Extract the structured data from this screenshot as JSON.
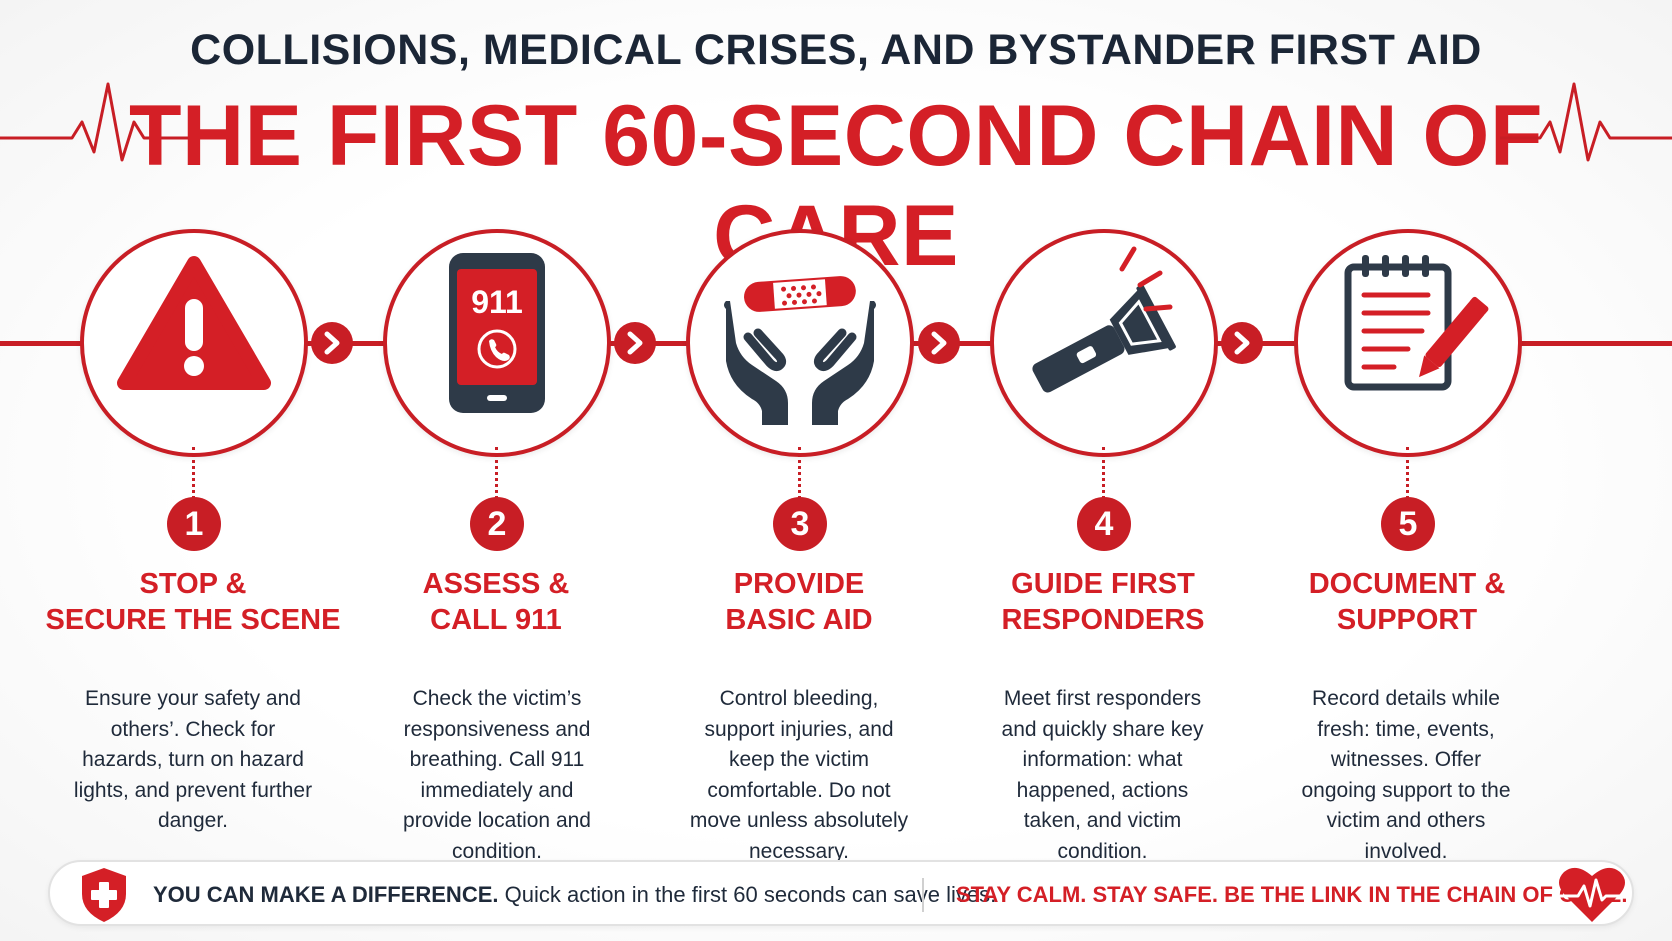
{
  "header": {
    "subtitle": "COLLISIONS, MEDICAL CRISES, AND BYSTANDER FIRST AID",
    "title": "THE FIRST 60-SECOND CHAIN OF CARE"
  },
  "colors": {
    "accent": "#c81e25",
    "title_red": "#d41f26",
    "dark": "#1f2a3a",
    "icon_dark": "#2e3a48"
  },
  "steps": [
    {
      "number": "1",
      "icon": "warning-triangle-icon",
      "title": "STOP &\nSECURE THE SCENE",
      "description": "Ensure your safety and others’. Check for hazards, turn on hazard lights, and prevent further danger."
    },
    {
      "number": "2",
      "icon": "phone-911-icon",
      "icon_text": "911",
      "title": "ASSESS &\nCALL 911",
      "description": "Check the victim’s responsiveness and breathing. Call 911 immediately and provide location and condition."
    },
    {
      "number": "3",
      "icon": "hands-bandage-icon",
      "title": "PROVIDE\nBASIC AID",
      "description": "Control bleeding, support injuries, and keep the victim comfortable. Do not move unless absolutely necessary."
    },
    {
      "number": "4",
      "icon": "flashlight-icon",
      "title": "GUIDE FIRST\nRESPONDERS",
      "description": "Meet first responders and quickly share key information: what happened, actions taken, and victim condition."
    },
    {
      "number": "5",
      "icon": "notepad-pencil-icon",
      "title": "DOCUMENT &\nSUPPORT",
      "description": "Record details while fresh: time, events, witnesses. Offer ongoing support to the victim and others involved."
    }
  ],
  "footer": {
    "lead_bold": "YOU CAN MAKE A DIFFERENCE.",
    "lead_rest": " Quick action in the first 60 seconds can save lives.",
    "slogan": "STAY CALM. STAY SAFE. BE THE LINK IN THE CHAIN OF CARE."
  }
}
